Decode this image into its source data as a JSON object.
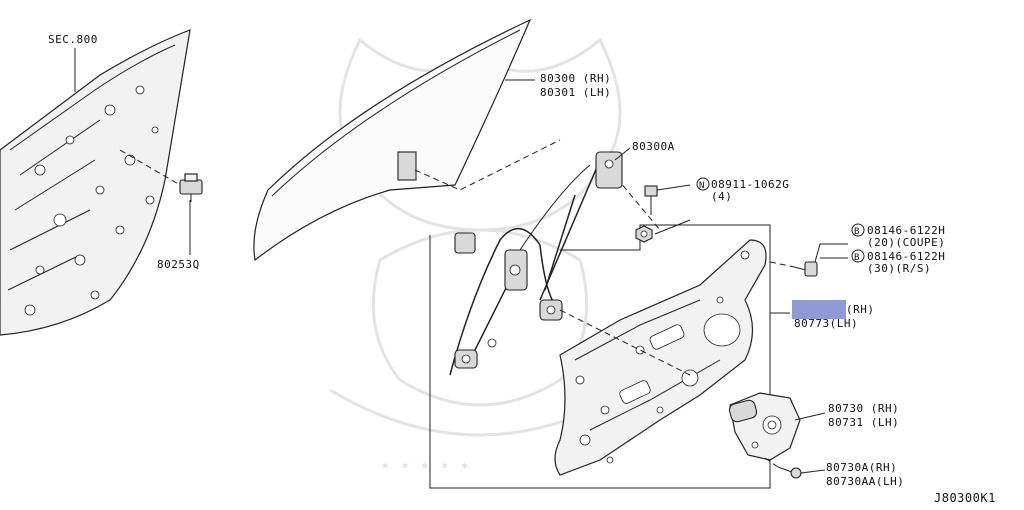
{
  "diagram": {
    "code": "J80300K1",
    "labels": {
      "sec": "SEC.800",
      "glass_rh": "80300 (RH)",
      "glass_lh": "80301 (LH)",
      "clip": "80253Q",
      "bracket": "80300A",
      "nut_code": "08911-1062G",
      "nut_qty": "(4)",
      "nut_marker": "N",
      "bolt1_code": "08146-6122H",
      "bolt1_qty": "(20)(COUPE)",
      "bolt2_code": "08146-6122H",
      "bolt2_qty": "(30)(R/S)",
      "bolt_marker": "B",
      "regulator_rh": "(RH)",
      "regulator_lh": "80773(LH)",
      "motor_rh": "80730 (RH)",
      "motor_lh": "80731 (LH)",
      "screw_rh": "80730A(RH)",
      "screw_lh": "80730AA(LH)"
    },
    "redaction_color": "#8f9bd6"
  }
}
